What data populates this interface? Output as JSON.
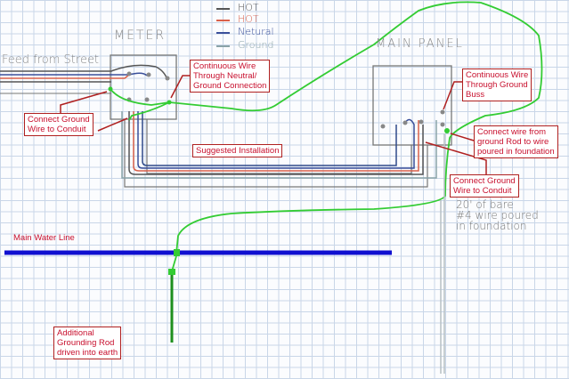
{
  "legend": [
    {
      "label": "HOT",
      "color": "#555555"
    },
    {
      "label": "HOT",
      "color": "#d9604a"
    },
    {
      "label": "Netural",
      "color": "#3a4f9a"
    },
    {
      "label": "Ground",
      "color": "#8aa3a8"
    }
  ],
  "handwritten": {
    "meter": "METER",
    "main_panel": "MAIN PANEL",
    "feed": "Feed from Street",
    "foundation_note": "20' of bare\n#4 wire poured\nin foundation"
  },
  "callouts": {
    "meter_neutral": "Continuous Wire\nThrough Neutral/\nGround Connection",
    "meter_conduit": "Connect Ground\nWire to Conduit",
    "suggested": "Suggested Installation",
    "panel_buss": "Continuous Wire\nThrough Ground\nBuss",
    "panel_rod": "Connect wire from\nground Rod to wire\npoured in foundation",
    "panel_conduit": "Connect Ground\nWire to Conduit",
    "water": "Main Water Line",
    "rod": "Additional\nGrounding Rod\ndriven into earth"
  },
  "colors": {
    "ground_wire": "#33cc33",
    "water_line": "#1010d0",
    "callout": "#c8102e"
  }
}
